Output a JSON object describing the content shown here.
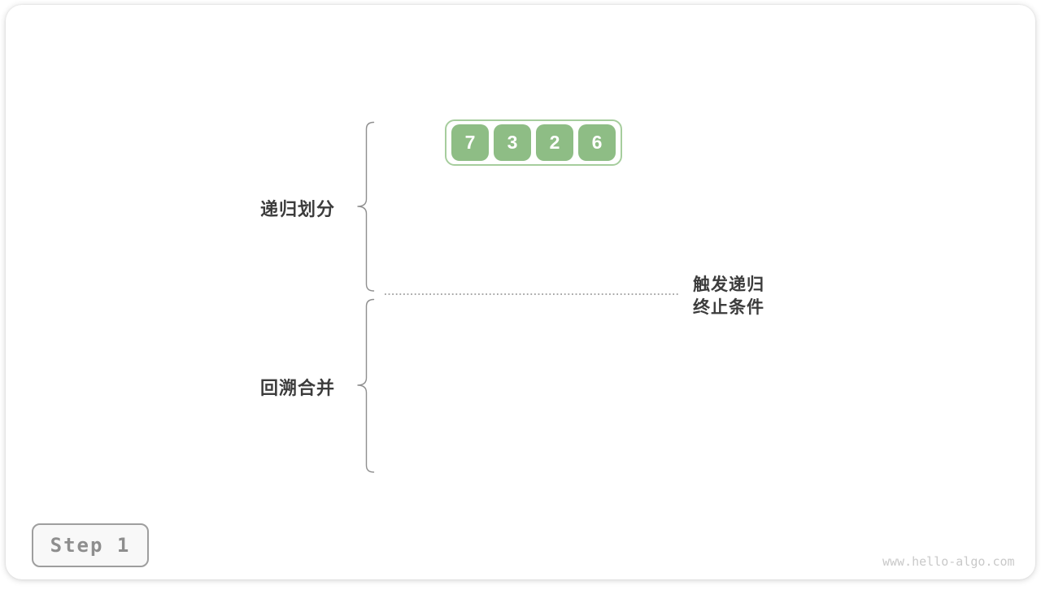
{
  "figure": {
    "array": {
      "values": [
        "7",
        "3",
        "2",
        "6"
      ]
    },
    "labels": {
      "recursive_divide": "递归划分",
      "backtrack_merge": "回溯合并",
      "termination_line1": "触发递归",
      "termination_line2": "终止条件"
    },
    "step_badge": "Step 1",
    "watermark": "www.hello-algo.com",
    "colors": {
      "cell_green": "#8ebd85",
      "container_border_green": "#a6cd9d",
      "label_text": "#3c3c3c",
      "brace_gray": "#8f8f8f",
      "dotted_line_gray": "#8c8c8c",
      "badge_border": "#9e9e9e",
      "badge_text": "#8e8e8e",
      "watermark_gray": "#c9c9c9"
    }
  }
}
